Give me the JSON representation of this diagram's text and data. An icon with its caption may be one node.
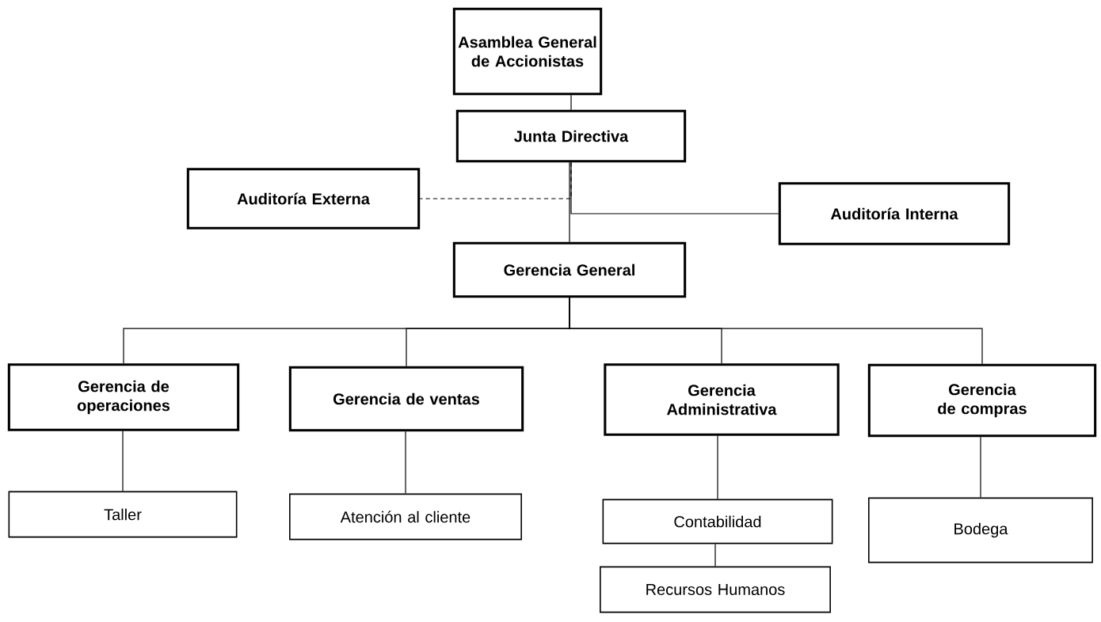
{
  "diagram": {
    "nodes": [
      {
        "text": [
          "Asamblea General de Accionistas"
        ]
      },
      {
        "text": [
          "Junta Directiva"
        ]
      },
      {
        "text": [
          "Auditoría Externa"
        ]
      },
      {
        "text": [
          "Auditoría Interna"
        ]
      },
      {
        "text": [
          "Gerencia General"
        ]
      },
      {
        "text": [
          "Gerencia de operaciones"
        ]
      },
      {
        "text": [
          "Gerencia de ventas"
        ]
      },
      {
        "text": [
          "Gerencia Administrativa"
        ]
      },
      {
        "text": [
          "Gerencia de compras"
        ]
      },
      {
        "text": [
          "Taller"
        ]
      },
      {
        "text": [
          "Atención al cliente"
        ]
      },
      {
        "text": [
          "Contabilidad"
        ]
      },
      {
        "text": [
          "Recursos Humanos"
        ]
      },
      {
        "text": [
          "Bodega"
        ]
      }
    ],
    "edges": [
      {
        "from": 0,
        "to": 1,
        "arrow": "none"
      },
      {
        "from": 1,
        "to": 4,
        "arrow": "none"
      },
      {
        "from": 1,
        "to": 2,
        "arrow": "none",
        "style": "dashed"
      },
      {
        "from": 1,
        "to": 3,
        "arrow": "none"
      },
      {
        "from": 4,
        "to": 5,
        "arrow": "none"
      },
      {
        "from": 4,
        "to": 6,
        "arrow": "none"
      },
      {
        "from": 4,
        "to": 7,
        "arrow": "none"
      },
      {
        "from": 4,
        "to": 8,
        "arrow": "none"
      },
      {
        "from": 5,
        "to": 9,
        "arrow": "none"
      },
      {
        "from": 6,
        "to": 10,
        "arrow": "none"
      },
      {
        "from": 7,
        "to": 11,
        "arrow": "none"
      },
      {
        "from": 11,
        "to": 12,
        "arrow": "none"
      },
      {
        "from": 8,
        "to": 13,
        "arrow": "none"
      }
    ]
  }
}
